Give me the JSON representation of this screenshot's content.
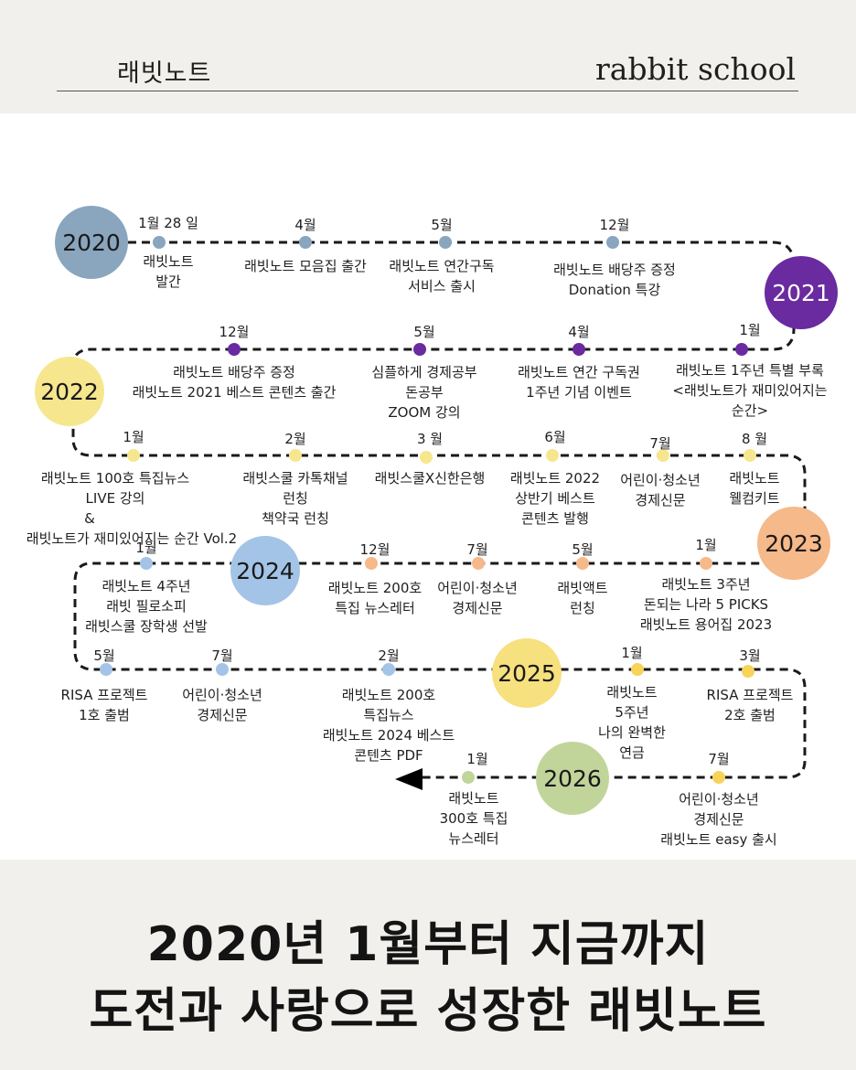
{
  "header": {
    "brand_left": "래빗노트",
    "brand_right": "rabbit school"
  },
  "headline": {
    "line1": "2020년 1월부터 지금까지",
    "line2": "도전과 사랑으로 성장한 래빗노트"
  },
  "colors": {
    "y2020": "#8aa5be",
    "y2021": "#6a2aa0",
    "y2022": "#f6e78f",
    "y2023": "#f6b98a",
    "y2024": "#a3c4e6",
    "y2025": "#f7e07e",
    "y2026": "#c1d59a",
    "path": "#1a1a1a"
  },
  "years": [
    {
      "label": "2020",
      "color": "#8aa5be",
      "text_color": "#1a1a1a"
    },
    {
      "label": "2021",
      "color": "#6a2aa0",
      "text_color": "#ffffff"
    },
    {
      "label": "2022",
      "color": "#f6e78f",
      "text_color": "#1a1a1a"
    },
    {
      "label": "2023",
      "color": "#f6b98a",
      "text_color": "#1a1a1a"
    },
    {
      "label": "2024",
      "color": "#a3c4e6",
      "text_color": "#1a1a1a"
    },
    {
      "label": "2025",
      "color": "#f7e07e",
      "text_color": "#1a1a1a"
    },
    {
      "label": "2026",
      "color": "#c1d59a",
      "text_color": "#1a1a1a"
    }
  ],
  "events": [
    {
      "month": "1월 28 일",
      "lines": [
        "래빗노트",
        "발간"
      ],
      "color": "#8aa5be"
    },
    {
      "month": "4월",
      "lines": [
        "래빗노트 모음집 출간"
      ],
      "color": "#8aa5be"
    },
    {
      "month": "5월",
      "lines": [
        "래빗노트 연간구독",
        "서비스 출시"
      ],
      "color": "#8aa5be"
    },
    {
      "month": "12월",
      "lines": [
        "래빗노트 배당주 증정",
        "Donation 특강"
      ],
      "color": "#8aa5be"
    },
    {
      "month": "12월",
      "lines": [
        "래빗노트 배당주 증정",
        "래빗노트 2021 베스트 콘텐츠 출간"
      ],
      "color": "#6a2aa0"
    },
    {
      "month": "5월",
      "lines": [
        "심플하게 경제공부",
        "돈공부",
        "ZOOM 강의"
      ],
      "color": "#6a2aa0"
    },
    {
      "month": "4월",
      "lines": [
        "래빗노트 연간 구독권",
        "1주년 기념 이벤트"
      ],
      "color": "#6a2aa0"
    },
    {
      "month": "1월",
      "lines": [
        "래빗노트 1주년 특별 부록",
        "<래빗노트가 재미있어지는",
        "순간>"
      ],
      "color": "#6a2aa0"
    },
    {
      "month": "1월",
      "lines": [
        "래빗노트 100호 특집뉴스",
        "LIVE 강의",
        "&",
        "래빗노트가 재미있어지는 순간 Vol.2"
      ],
      "color": "#f6e78f"
    },
    {
      "month": "2월",
      "lines": [
        "래빗스쿨 카톡채널",
        "런칭",
        "책약국 런칭"
      ],
      "color": "#f6e78f"
    },
    {
      "month": "3 월",
      "lines": [
        "래빗스쿨X신한은행"
      ],
      "color": "#f6e78f"
    },
    {
      "month": "6월",
      "lines": [
        "래빗노트 2022",
        "상반기 베스트",
        "콘텐츠 발행"
      ],
      "color": "#f6e78f"
    },
    {
      "month": "7월",
      "lines": [
        "어린이·청소년",
        "경제신문"
      ],
      "color": "#f6e78f"
    },
    {
      "month": "8 월",
      "lines": [
        "래빗노트",
        "웰컴키트"
      ],
      "color": "#f6e78f"
    },
    {
      "month": "1월",
      "lines": [
        "래빗노트 3주년",
        "돈되는 나라 5 PICKS",
        "래빗노트 용어집 2023"
      ],
      "color": "#f6b98a"
    },
    {
      "month": "5월",
      "lines": [
        "래빗액트",
        "런칭"
      ],
      "color": "#f6b98a"
    },
    {
      "month": "7월",
      "lines": [
        "어린이·청소년",
        "경제신문"
      ],
      "color": "#f6b98a"
    },
    {
      "month": "12월",
      "lines": [
        "래빗노트 200호",
        "특집 뉴스레터"
      ],
      "color": "#f6b98a"
    },
    {
      "month": "1월",
      "lines": [
        "래빗노트 4주년",
        "래빗 필로소피",
        "래빗스쿨 장학생 선발"
      ],
      "color": "#a3c4e6"
    },
    {
      "month": "5월",
      "lines": [
        "RISA 프로젝트",
        "1호 출범"
      ],
      "color": "#a3c4e6"
    },
    {
      "month": "7월",
      "lines": [
        "어린이·청소년",
        "경제신문"
      ],
      "color": "#a3c4e6"
    },
    {
      "month": "2월",
      "lines": [
        "래빗노트 200호",
        "특집뉴스",
        "래빗노트 2024 베스트",
        "콘텐츠 PDF"
      ],
      "color": "#a3c4e6"
    },
    {
      "month": "1월",
      "lines": [
        "래빗노트",
        "5주년",
        "나의 완벽한",
        "연금"
      ],
      "color": "#f7d35a"
    },
    {
      "month": "3월",
      "lines": [
        "RISA 프로젝트",
        "2호 출범"
      ],
      "color": "#f7d35a"
    },
    {
      "month": "7월",
      "lines": [
        "어린이·청소년",
        "경제신문",
        "래빗노트 easy 출시"
      ],
      "color": "#f7d35a"
    },
    {
      "month": "1월",
      "lines": [
        "래빗노트",
        "300호 특집",
        "뉴스레터"
      ],
      "color": "#c1d59a"
    }
  ]
}
